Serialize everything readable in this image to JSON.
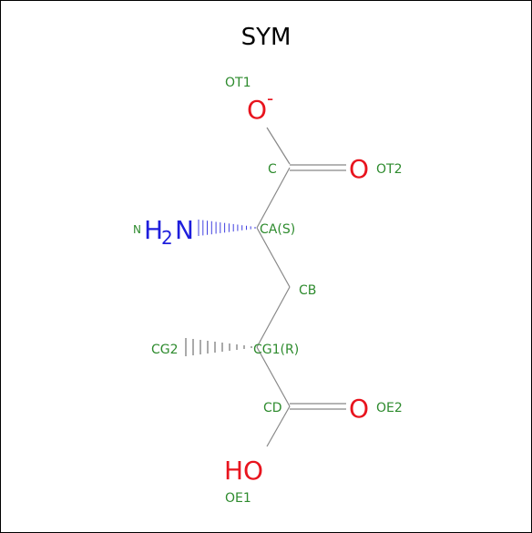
{
  "title": "SYM",
  "colors": {
    "label": "#2e8b2e",
    "oxygen": "#e8141e",
    "nitrogen": "#1e1edc",
    "bond": "#888888"
  },
  "atoms": {
    "ot1": {
      "label": "OT1",
      "symbol": "O",
      "charge": "-"
    },
    "c": {
      "label": "C"
    },
    "ot2": {
      "label": "OT2",
      "symbol": "O"
    },
    "n": {
      "label": "N",
      "symbol": "H",
      "subscript": "2",
      "symbol2": "N"
    },
    "ca": {
      "label": "CA(S)"
    },
    "cb": {
      "label": "CB"
    },
    "cg2": {
      "label": "CG2"
    },
    "cg1": {
      "label": "CG1(R)"
    },
    "cd": {
      "label": "CD"
    },
    "oe2": {
      "label": "OE2",
      "symbol": "O"
    },
    "oe1": {
      "label": "OE1",
      "symbol": "HO"
    }
  }
}
